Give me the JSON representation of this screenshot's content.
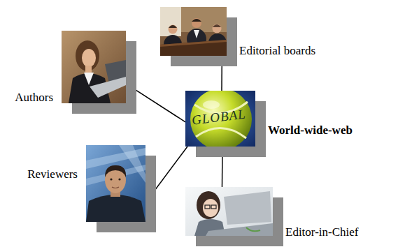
{
  "diagram": {
    "nodes": [
      {
        "text": [
          "Editorial boards"
        ]
      },
      {
        "text": [
          "Authors"
        ]
      },
      {
        "text": [
          "World-wide-web"
        ]
      },
      {
        "text": [
          "Reviewers"
        ]
      },
      {
        "text": [
          "Editor-in-Chief"
        ]
      }
    ],
    "edges": [
      {
        "from": 0,
        "to": 2,
        "arrow": "none"
      },
      {
        "from": 1,
        "to": 2,
        "arrow": "none"
      },
      {
        "from": 3,
        "to": 2,
        "arrow": "none"
      },
      {
        "from": 2,
        "to": 4,
        "arrow": "none"
      }
    ],
    "labels": [
      "GLOBAL"
    ]
  }
}
